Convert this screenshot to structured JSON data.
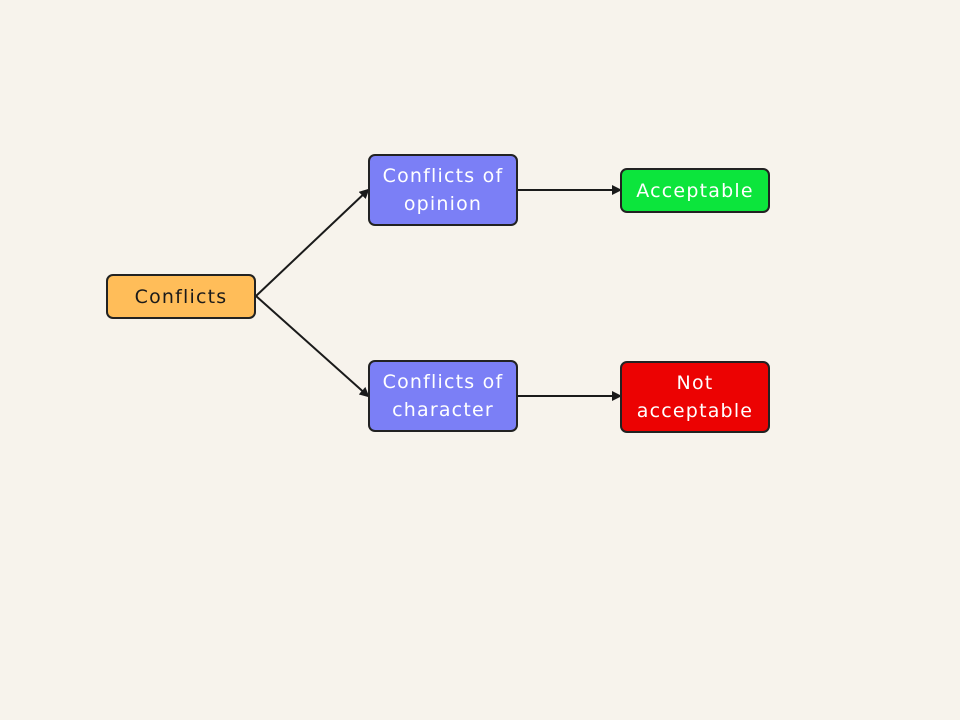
{
  "diagram": {
    "nodes": {
      "root": {
        "label": "Conflicts",
        "color": "#ffbd59"
      },
      "opinion": {
        "label": "Conflicts of opinion",
        "color": "#7b7ff6"
      },
      "character": {
        "label": "Conflicts of character",
        "color": "#7b7ff6"
      },
      "acceptable": {
        "label": "Acceptable",
        "color": "#0ce53c"
      },
      "not_acceptable": {
        "label": "Not acceptable",
        "color": "#ec0202"
      }
    },
    "edges": [
      {
        "from": "Conflicts",
        "to": "Conflicts of opinion"
      },
      {
        "from": "Conflicts",
        "to": "Conflicts of character"
      },
      {
        "from": "Conflicts of opinion",
        "to": "Acceptable"
      },
      {
        "from": "Conflicts of character",
        "to": "Not acceptable"
      }
    ],
    "line_color": "#1a1a1a"
  }
}
